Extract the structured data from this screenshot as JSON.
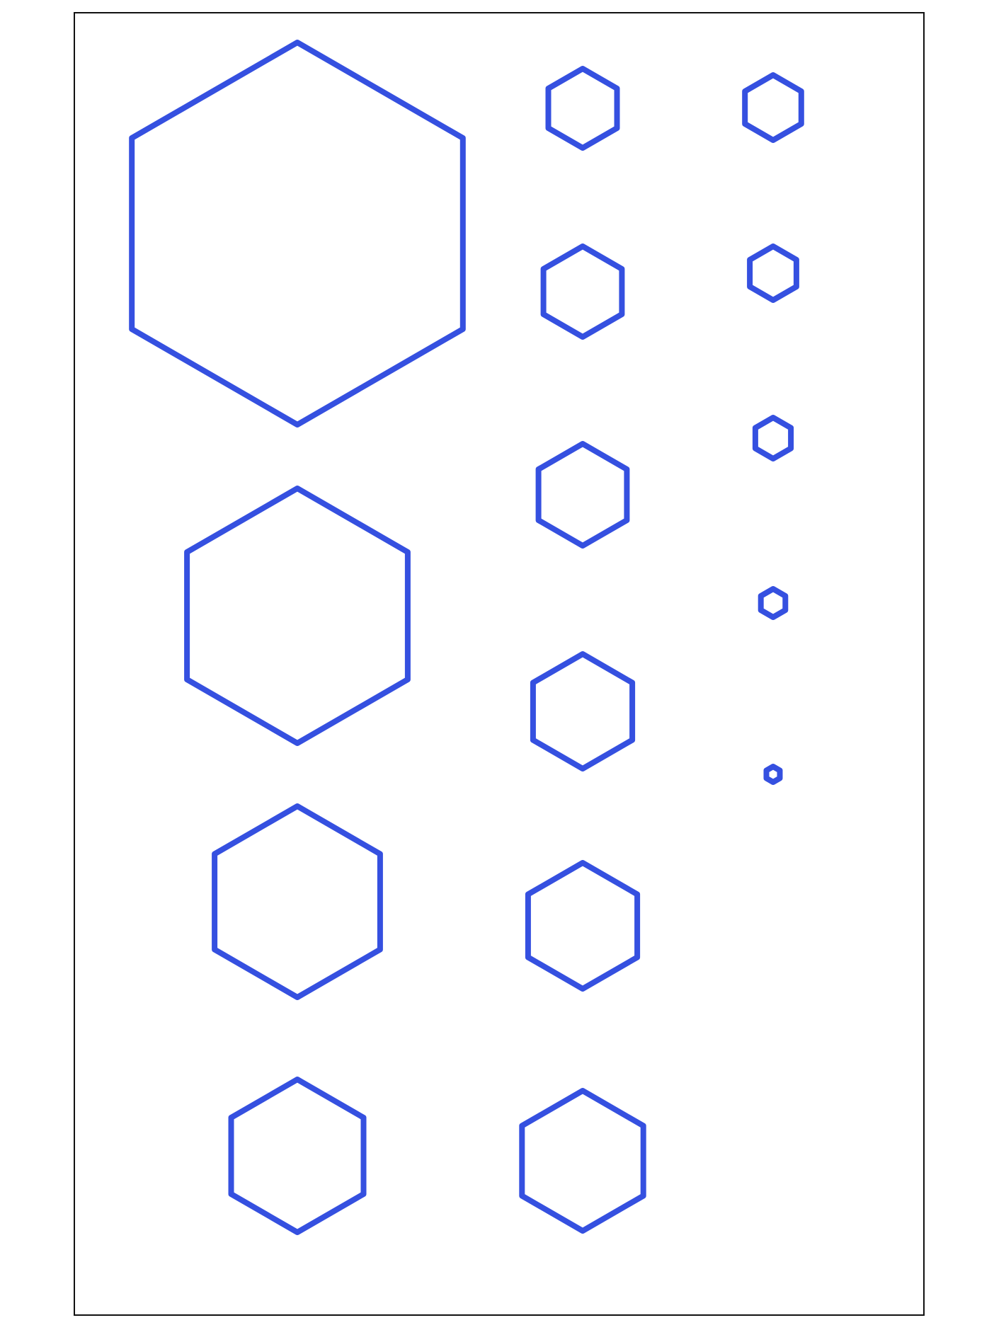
{
  "diagram": {
    "colors": {
      "background": "#ffffff",
      "border": "#111111",
      "hexagon_stroke": "#3550e0"
    },
    "shape": "hexagon-outline",
    "columns": [
      {
        "name": "column-1",
        "hexagon_count": 4
      },
      {
        "name": "column-2",
        "hexagon_count": 6
      },
      {
        "name": "column-3",
        "hexagon_count": 5
      }
    ]
  }
}
